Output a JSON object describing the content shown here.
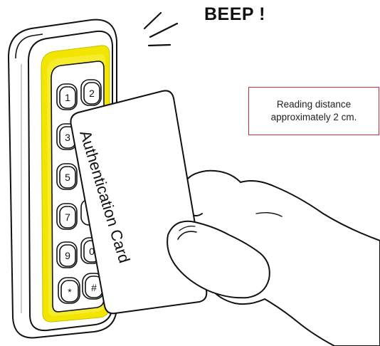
{
  "sound_text": "BEEP !",
  "callout": {
    "line1": "Reading distance",
    "line2": "approximately 2 cm."
  },
  "card": {
    "label": "Authentication Card"
  },
  "keypad": {
    "keys": [
      {
        "label": "1"
      },
      {
        "label": "2"
      },
      {
        "label": "3"
      },
      {
        "label": ""
      },
      {
        "label": "5"
      },
      {
        "label": ""
      },
      {
        "label": "7"
      },
      {
        "label": ""
      },
      {
        "label": "9"
      },
      {
        "label": "0"
      },
      {
        "label": "*"
      },
      {
        "label": "#"
      }
    ]
  },
  "colors": {
    "glow": "#f2e600",
    "callout_border": "#d12a35",
    "line": "#111111"
  }
}
